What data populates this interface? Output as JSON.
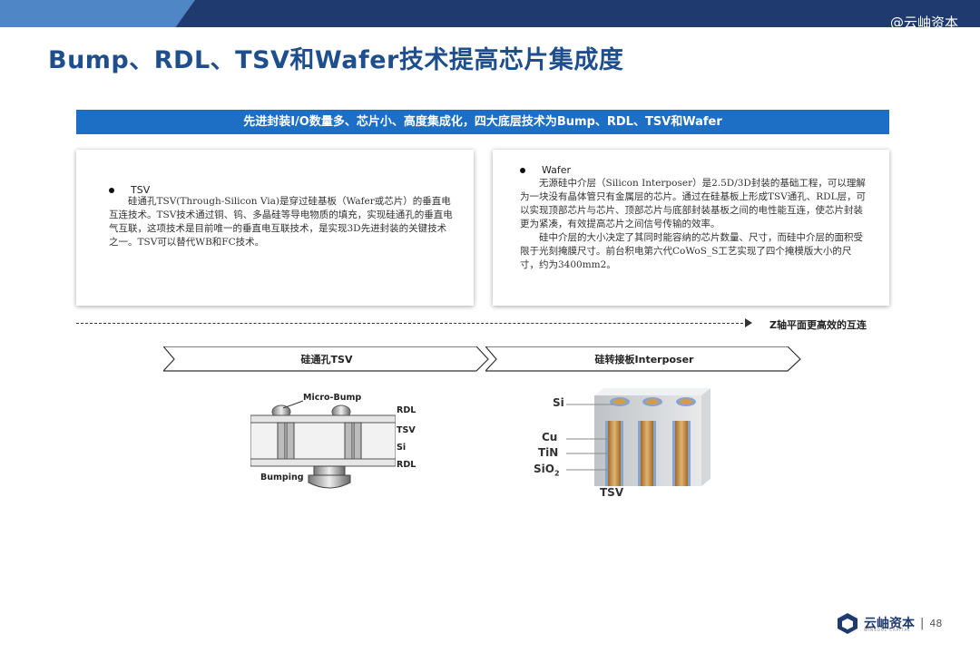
{
  "header": {
    "watermark": "@云岫资本",
    "title": "Bump、RDL、TSV和Wafer技术提高芯片集成度"
  },
  "banner": {
    "text": "先进封装I/O数量多、芯片小、高度集成化，四大底层技术为Bump、RDL、TSV和Wafer"
  },
  "cards": {
    "left": {
      "heading": "TSV",
      "paragraphs": [
        "硅通孔TSV(Through-Silicon Via)是穿过硅基板（Wafer或芯片）的垂直电互连技术。TSV技术通过铜、钨、多晶硅等导电物质的填充，实现硅通孔的垂直电气互联，这项技术是目前唯一的垂直电互联技术，是实现3D先进封装的关键技术之一。TSV可以替代WB和FC技术。"
      ]
    },
    "right": {
      "heading": "Wafer",
      "paragraphs": [
        "无源硅中介层（Silicon Interposer）是2.5D/3D封装的基础工程，可以理解为一块没有晶体管只有金属层的芯片。通过在硅基板上形成TSV通孔、RDL层，可以实现顶部芯片与芯片、顶部芯片与底部封装基板之间的电性能互连，使芯片封装更为紧凑，有效提高芯片之间信号传输的效率。",
        "硅中介层的大小决定了其同时能容纳的芯片数量、尺寸，而硅中介层的面积受限于光刻掩膜尺寸。前台积电第六代CoWoS_S工艺实现了四个掩模版大小的尺寸，约为3400mm2。"
      ]
    }
  },
  "axis": {
    "label": "Z轴平面更高效的互连"
  },
  "chevrons": {
    "first": "硅通孔TSV",
    "second": "硅转接板Interposer"
  },
  "diagram_left": {
    "micro_bump": "Micro-Bump",
    "rdl_top": "RDL",
    "tsv": "TSV",
    "si": "Si",
    "rdl_bottom": "RDL",
    "bumping": "Bumping"
  },
  "diagram_right": {
    "si": "Si",
    "cu": "Cu",
    "tin": "TiN",
    "sio2_base": "SiO",
    "sio2_sub": "2",
    "tsv": "TSV"
  },
  "footer": {
    "brand": "云岫资本",
    "brand_sub": "WINSOUL CAPITAL",
    "separator": "|",
    "page_number": "48"
  },
  "colors": {
    "navy": "#1f3a6e",
    "accent_blue": "#1c6fc4",
    "title_blue": "#1f4e8c",
    "copper": "#c8964a"
  }
}
